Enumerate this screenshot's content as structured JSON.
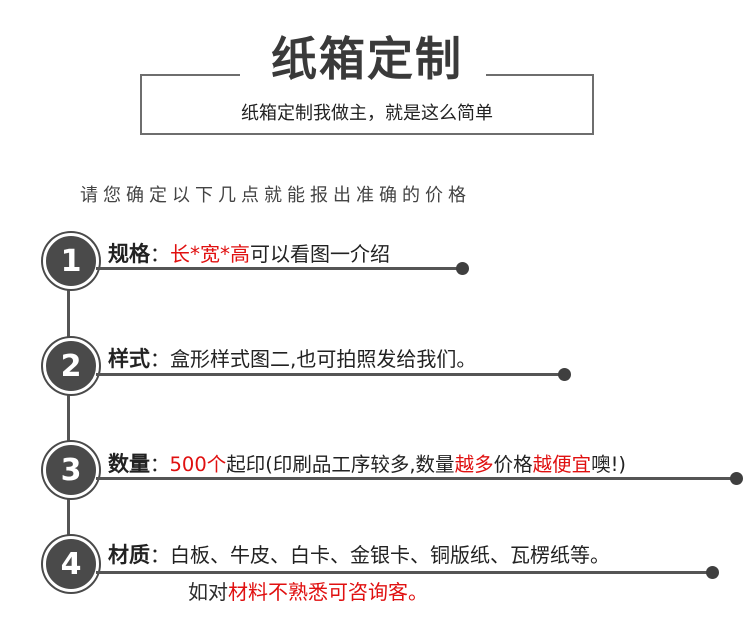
{
  "header": {
    "title": "纸箱定制",
    "subtitle": "纸箱定制我做主，就是这么简单"
  },
  "intro": "请您确定以下几点就能报出准确的价格",
  "items": [
    {
      "num": "1",
      "label": "规格",
      "colon": "：",
      "parts": [
        {
          "text": "长*宽*高",
          "red": true
        },
        {
          "text": "可以看图一介绍",
          "red": false
        }
      ]
    },
    {
      "num": "2",
      "label": "样式",
      "colon": "：",
      "parts": [
        {
          "text": "盒形样式图二,也可拍照发给我们。",
          "red": false
        }
      ]
    },
    {
      "num": "3",
      "label": "数量",
      "colon": "：",
      "parts": [
        {
          "text": "500个",
          "red": true
        },
        {
          "text": "起印(印刷品工序较多,数量",
          "red": false
        },
        {
          "text": "越多",
          "red": true
        },
        {
          "text": "价格",
          "red": false
        },
        {
          "text": "越便宜",
          "red": true
        },
        {
          "text": "噢!)",
          "red": false
        }
      ]
    },
    {
      "num": "4",
      "label": "材质",
      "colon": "：",
      "parts": [
        {
          "text": "白板、牛皮、白卡、金银卡、铜版纸、瓦楞纸等。",
          "red": false
        }
      ],
      "second_line": [
        {
          "text": "如对",
          "red": false
        },
        {
          "text": "材料不熟悉可咨询客。",
          "red": true
        }
      ]
    }
  ],
  "colors": {
    "accent_red": "#e01010",
    "badge_gray": "#4a4a4a",
    "line_gray": "#555555"
  }
}
